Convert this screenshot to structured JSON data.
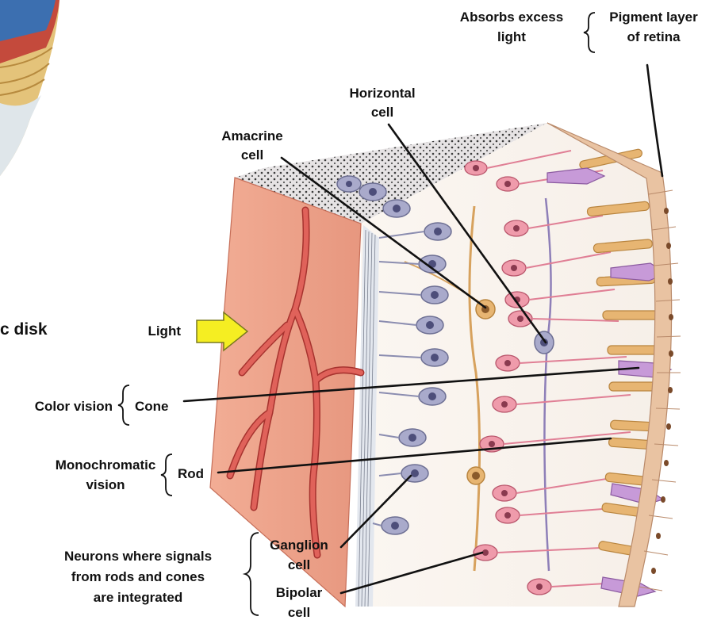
{
  "labels": {
    "absorbs_line1": "Absorbs excess",
    "absorbs_line2": "light",
    "pigment_line1": "Pigment layer",
    "pigment_line2": "of retina",
    "horizontal_line1": "Horizontal",
    "horizontal_line2": "cell",
    "amacrine_line1": "Amacrine",
    "amacrine_line2": "cell",
    "optic_disk_fragment": "c disk",
    "light": "Light",
    "color_vision": "Color vision",
    "cone": "Cone",
    "monochromatic_line1": "Monochromatic",
    "monochromatic_line2": "vision",
    "rod": "Rod",
    "neurons_line1": "Neurons where signals",
    "neurons_line2": "from rods and cones",
    "neurons_line3": "are integrated",
    "ganglion_line1": "Ganglion",
    "ganglion_line2": "cell",
    "bipolar_line1": "Bipolar",
    "bipolar_line2": "cell"
  },
  "colors": {
    "retina_surface": "#eda48c",
    "blood_vessel": "#d9544f",
    "light_arrow": "#f5ee22",
    "cone_cell": "#c79ad8",
    "rod_cell": "#e7b572",
    "pigment_cell": "#e9c3a2",
    "bipolar_cell": "#ef9bab",
    "ganglion_cell": "#a9aacb"
  }
}
